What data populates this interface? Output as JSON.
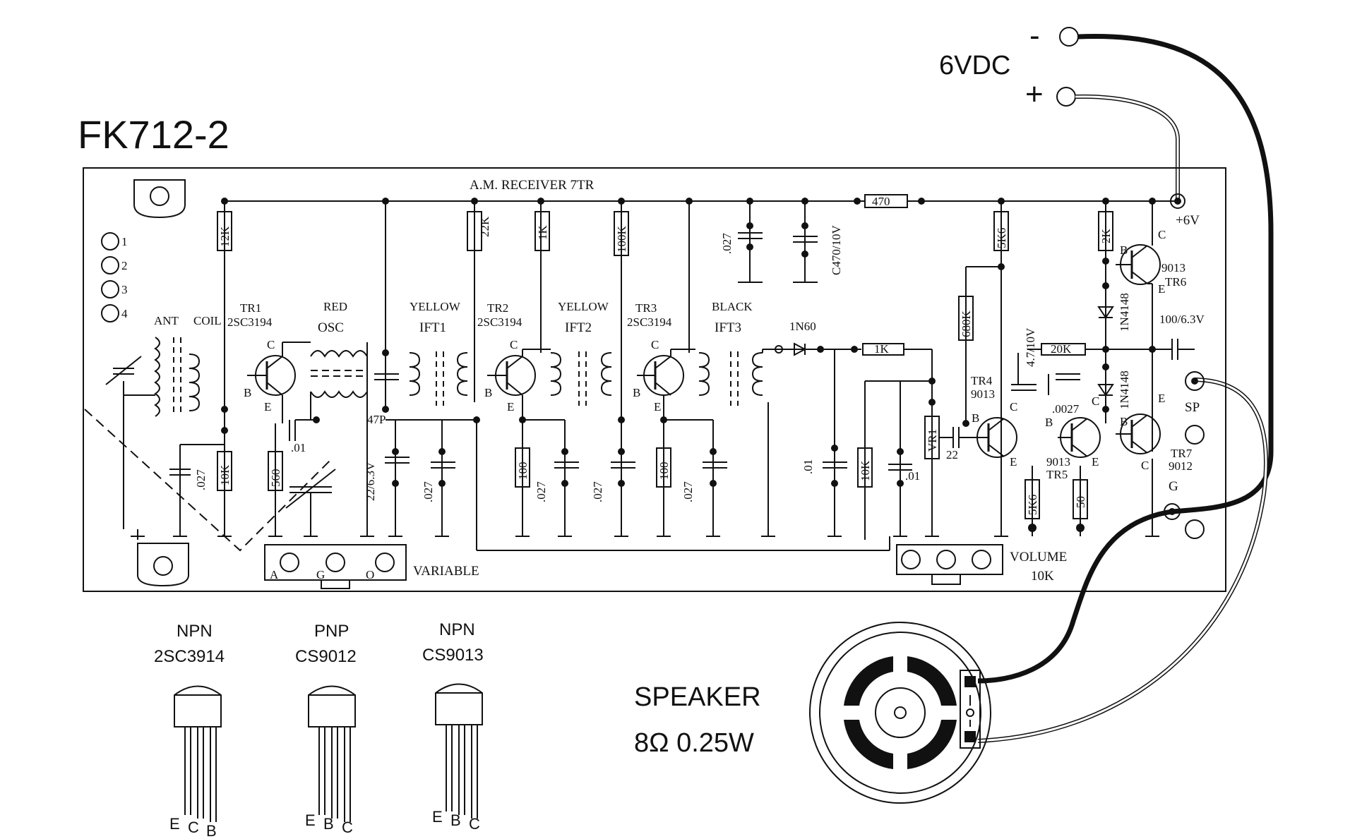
{
  "model": "FK712-2",
  "board_title": "A.M.  RECEIVER  7TR",
  "power": {
    "label": "6VDC",
    "minus": "-",
    "plus": "+",
    "pos_terminal": "+6V"
  },
  "pads": [
    "1",
    "2",
    "3",
    "4"
  ],
  "labels": {
    "ant": "ANT",
    "coil": "COIL",
    "osc_color": "RED",
    "osc": "OSC",
    "ift1_color": "YELLOW",
    "ift1": "IFT1",
    "ift2_color": "YELLOW",
    "ift2": "IFT2",
    "ift3_color": "BLACK",
    "ift3": "IFT3",
    "tr1": "TR1",
    "tr1_type": "2SC3194",
    "tr2": "TR2",
    "tr2_type": "2SC3194",
    "tr3": "TR3",
    "tr3_type": "2SC3194",
    "tr4": "TR4",
    "tr4_type": "9013",
    "tr5": "TR5",
    "tr5_type": "9013",
    "tr6": "TR6",
    "tr6_type": "9013",
    "tr7": "TR7",
    "tr7_type": "9012",
    "diode1": "1N60",
    "diode2": "1N4148",
    "diode3": "1N4148",
    "vr": "VR1",
    "sp": "SP",
    "g": "G",
    "variable": "VARIABLE",
    "volume": "VOLUME",
    "volume_val": "10K",
    "pad_a": "A",
    "pad_g": "G",
    "pad_o": "O"
  },
  "components": {
    "r12k": "12K",
    "r10k": "10K",
    "r560": "560",
    "r22k": "22K",
    "r1k_a": "1K",
    "r100k": "100K",
    "r100_a": "100",
    "r100_b": "100",
    "r470": "470",
    "r1k_b": "1K",
    "r10k_b": "10K",
    "r5k6_a": "5K6",
    "r680k": "680K",
    "r20k": "20K",
    "r5k6_b": "5K6",
    "r50": "50",
    "r2k": "2K",
    "c027_a": ".027",
    "c01_a": ".01",
    "c47p": "47P",
    "c22_63": "22/6.3V",
    "c027_b": ".027",
    "c027_c": ".027",
    "c027_d": ".027",
    "c027_e": ".027",
    "c027_top": ".027",
    "c470": "C470/10V",
    "c01_b": ".01",
    "c01_c": ".01",
    "c22": "22",
    "c47_10": "4.7/10V",
    "c0027": ".0027",
    "c100": "100/6.3V"
  },
  "transistors": [
    {
      "polarity": "NPN",
      "type": "2SC3914",
      "pins": [
        "E",
        "C",
        "B"
      ]
    },
    {
      "polarity": "PNP",
      "type": "CS9012",
      "pins": [
        "E",
        "B",
        "C"
      ]
    },
    {
      "polarity": "NPN",
      "type": "CS9013",
      "pins": [
        "E",
        "B",
        "C"
      ]
    }
  ],
  "speaker": {
    "label": "SPEAKER",
    "spec": "8Ω 0.25W"
  }
}
